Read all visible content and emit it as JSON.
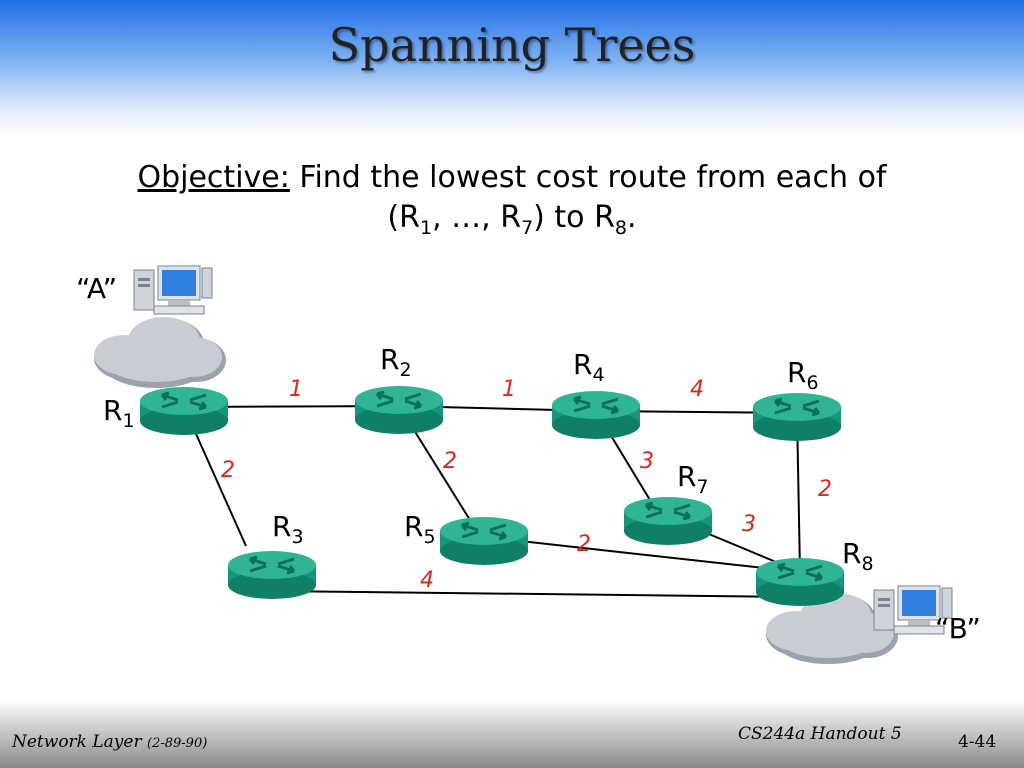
{
  "slide": {
    "title": "Spanning Trees",
    "objective_label": "Objective:",
    "objective_text_1": " Find the lowest cost route from each of",
    "objective_text_2_a": "(R",
    "objective_text_2_sub1": "1",
    "objective_text_2_b": ", …, R",
    "objective_text_2_sub2": "7",
    "objective_text_2_c": ") to R",
    "objective_text_2_sub3": "8",
    "objective_text_2_d": "."
  },
  "network": {
    "hosts": [
      {
        "id": "A",
        "label": "“A”"
      },
      {
        "id": "B",
        "label": "“B”"
      }
    ],
    "routers": [
      {
        "id": "R1",
        "label": "R",
        "sub": "1"
      },
      {
        "id": "R2",
        "label": "R",
        "sub": "2"
      },
      {
        "id": "R3",
        "label": "R",
        "sub": "3"
      },
      {
        "id": "R4",
        "label": "R",
        "sub": "4"
      },
      {
        "id": "R5",
        "label": "R",
        "sub": "5"
      },
      {
        "id": "R6",
        "label": "R",
        "sub": "6"
      },
      {
        "id": "R7",
        "label": "R",
        "sub": "7"
      },
      {
        "id": "R8",
        "label": "R",
        "sub": "8"
      }
    ],
    "links": [
      {
        "from": "R1",
        "to": "R2",
        "cost": "1"
      },
      {
        "from": "R2",
        "to": "R4",
        "cost": "1"
      },
      {
        "from": "R4",
        "to": "R6",
        "cost": "4"
      },
      {
        "from": "R1",
        "to": "R3",
        "cost": "2"
      },
      {
        "from": "R2",
        "to": "R5",
        "cost": "2"
      },
      {
        "from": "R4",
        "to": "R7",
        "cost": "3"
      },
      {
        "from": "R6",
        "to": "R8",
        "cost": "2"
      },
      {
        "from": "R7",
        "to": "R8",
        "cost": "3"
      },
      {
        "from": "R5",
        "to": "R8",
        "cost": "2"
      },
      {
        "from": "R3",
        "to": "R8",
        "cost": "4"
      }
    ],
    "colors": {
      "router": "#15957a",
      "router_top": "#2fb596",
      "link": "#000000",
      "cost": "#e8221a",
      "cloud": "#c4c9d3"
    }
  },
  "footer": {
    "left_main": "Network Layer",
    "left_small": "(2-89-90)",
    "handout": "CS244a Handout 5",
    "page": "4-44"
  }
}
